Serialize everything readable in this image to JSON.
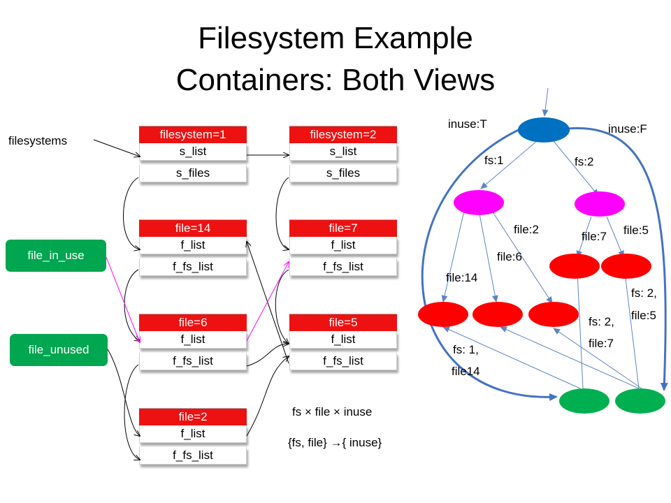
{
  "title": {
    "line1": "Filesystem Example",
    "line2": "Containers: Both Views"
  },
  "labels": {
    "filesystems": "filesystems",
    "file_in_use": "file_in_use",
    "file_unused": "file_unused"
  },
  "structs": [
    {
      "head": "filesystem=1",
      "f1": "s_list",
      "f2": "s_files"
    },
    {
      "head": "filesystem=2",
      "f1": "s_list",
      "f2": "s_files"
    },
    {
      "head": "file=14",
      "f1": "f_list",
      "f2": "f_fs_list"
    },
    {
      "head": "file=7",
      "f1": "f_list",
      "f2": "f_fs_list"
    },
    {
      "head": "file=6",
      "f1": "f_list",
      "f2": "f_fs_list"
    },
    {
      "head": "file=5",
      "f1": "f_list",
      "f2": "f_fs_list"
    },
    {
      "head": "file=2",
      "f1": "f_list",
      "f2": "f_fs_list"
    }
  ],
  "formulas": {
    "product": "fs × file × inuse",
    "mapping": "{fs, file} →{ inuse}"
  },
  "graph": {
    "inuse_t": "inuse:T",
    "inuse_f": "inuse:F",
    "fs1": "fs:1",
    "fs2": "fs:2",
    "file2": "file:2",
    "file6": "file:6",
    "file14": "file:14",
    "file7": "file:7",
    "file5": "file:5",
    "fs2file5_a": "fs: 2,",
    "fs2file5_b": "file:5",
    "fs2file7_a": "fs: 2,",
    "fs2file7_b": "file:7",
    "fs1file14_a": "fs: 1,",
    "fs1file14_b": "file14"
  },
  "colors": {
    "struct_head": "#ee1111",
    "pill": "#00a650",
    "root_node": "#0070c0",
    "fs_node": "#ff00ff",
    "leaf_node": "#ff0000",
    "inuse_node": "#00b050",
    "edge": "#5b84c4",
    "magenta_edge": "#ff00ff"
  }
}
